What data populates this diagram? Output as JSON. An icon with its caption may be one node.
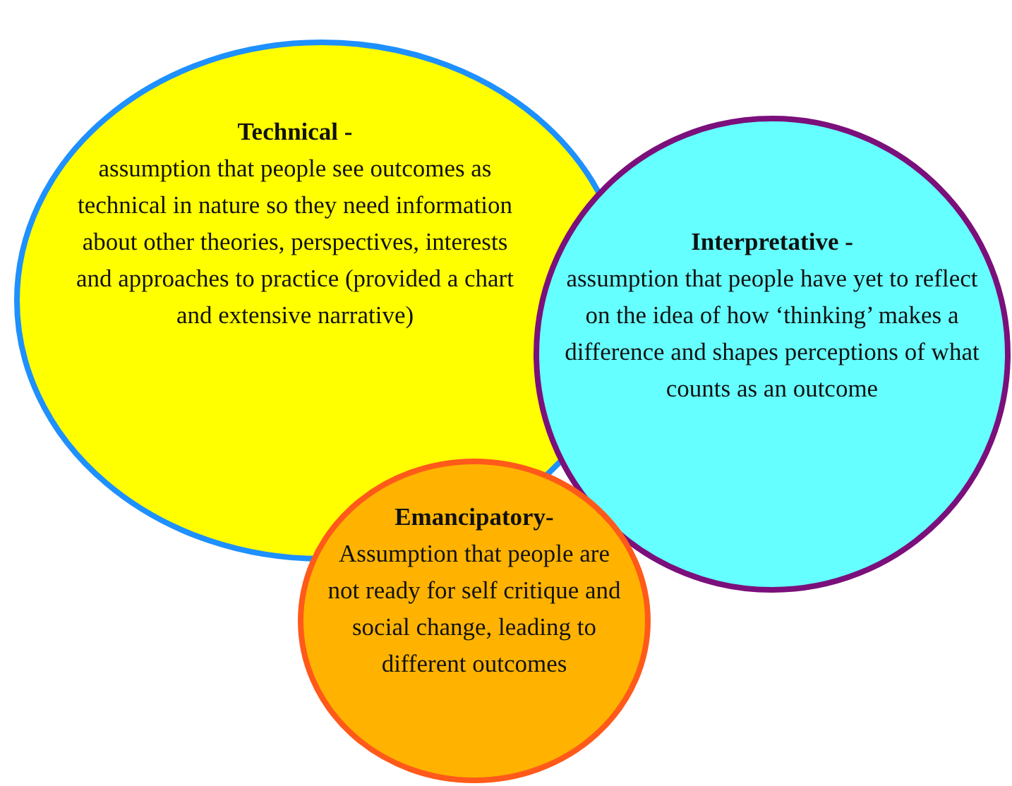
{
  "diagram": {
    "nodes": [
      {
        "text": [
          "Technical -",
          "assumption that people see outcomes as technical in nature so they need information about other theories, perspectives, interests and approaches to practice (provided a chart and extensive narrative)"
        ]
      },
      {
        "text": [
          "Interpretative -",
          "assumption that people have yet to reflect on the idea of how ‘thinking’ makes a difference and shapes perceptions of what counts as an outcome"
        ]
      },
      {
        "text": [
          "Emancipatory-",
          "Assumption that people are not ready  for self critique and social change, leading to different outcomes"
        ]
      }
    ]
  }
}
